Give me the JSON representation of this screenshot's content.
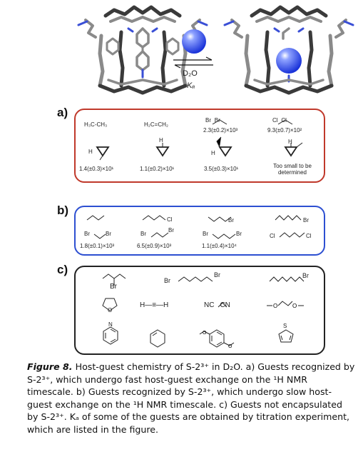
{
  "reaction": {
    "solvent_label": "D₂O",
    "constant_label": "Kₐ"
  },
  "panel_a": {
    "letter": "a)",
    "row1": [
      {
        "formula": "H₃C-CH₃",
        "value": ""
      },
      {
        "formula": "H₂C=CH₂",
        "value": ""
      },
      {
        "formula": "Br   Br",
        "value": "2.3(±0.2)×10³"
      },
      {
        "formula": "Cl   Cl",
        "value": "9.3(±0.7)×10²"
      }
    ],
    "row2": [
      {
        "atom": "H",
        "value": "1.4(±0.3)×10¹"
      },
      {
        "atom": "H",
        "value": "1.1(±0.2)×10¹"
      },
      {
        "atom": "H",
        "value": "3.5(±0.3)×10¹"
      },
      {
        "atom": "H",
        "value": "Too small to be determined"
      }
    ]
  },
  "panel_b": {
    "letter": "b)",
    "row1_labels": [
      "Cl",
      "Br",
      "Br"
    ],
    "row2_labels": [
      {
        "left": "Br",
        "right": "Br",
        "value": "1.8(±0.1)×10³"
      },
      {
        "left": "Br",
        "right": "Br",
        "value": "6.5(±0.9)×10³"
      },
      {
        "left": "Br",
        "right": "Br",
        "value": "1.1(±0.4)×10⁴"
      },
      {
        "left": "Cl",
        "right": "Cl",
        "value": ""
      }
    ]
  },
  "panel_c": {
    "letter": "c)",
    "atoms": {
      "br1": "Br",
      "br2": "Br",
      "br3": "Br",
      "br4": "Br",
      "acetylene": "H—≡—H",
      "nitrile": "NC    CN",
      "s": "S",
      "n": "N",
      "o": "O"
    }
  },
  "caption": {
    "figure_no": "Figure 8.",
    "text": "Host-guest chemistry of S-2³⁺ in D₂O. a) Guests recognized by S-2³⁺, which undergo fast host-guest exchange on the ¹H NMR timescale. b) Guests recognized by S-2³⁺, which undergo slow host-guest exchange on the ¹H NMR timescale. c) Guests not encapsulated by S-2³⁺. Kₐ of some of the guests are obtained by titration experiment, which are listed in the figure."
  },
  "colors": {
    "panel_a_border": "#c0392b",
    "panel_b_border": "#2d4fd1",
    "panel_c_border": "#222222",
    "sphere": "#3b5bff",
    "cage_gray": "#8a8a8a",
    "cage_dark": "#3a3a3a",
    "nitrogen_blue": "#3a4fd6"
  }
}
